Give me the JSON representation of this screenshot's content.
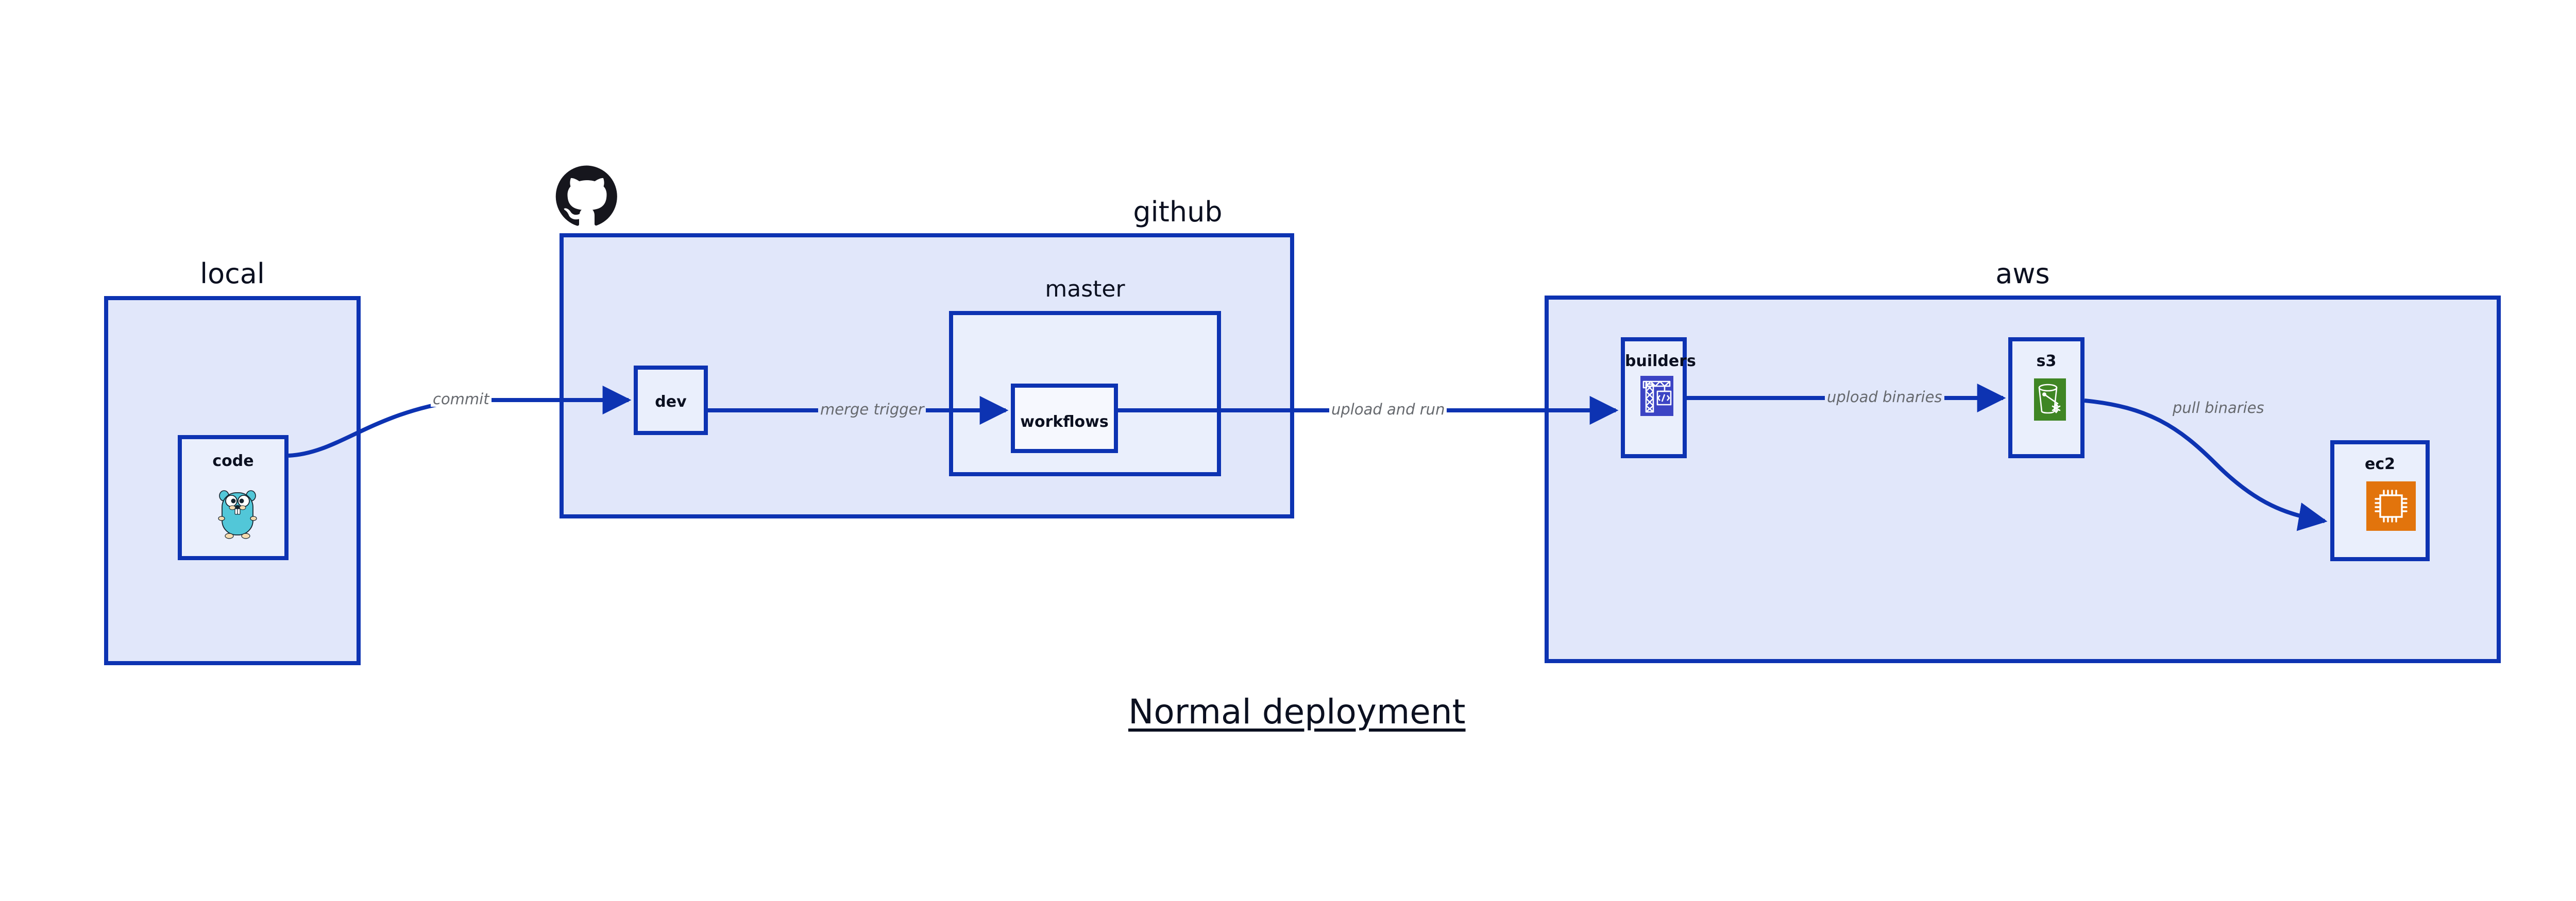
{
  "diagram": {
    "title": "Normal deployment",
    "background_color": "#ffffff",
    "accent_color": "#0d33b2",
    "group_fill_color": "#e1e7fa",
    "node_fill_color": "#eaeffc",
    "edge_label_color": "#66696e",
    "text_color": "#0b1020"
  },
  "groups": {
    "local": {
      "label": "local"
    },
    "github": {
      "label": "github",
      "logo_icon": "github-logo-icon"
    },
    "master": {
      "label": "master"
    },
    "aws": {
      "label": "aws"
    }
  },
  "nodes": {
    "code": {
      "label": "code",
      "icon": "golang-gopher-icon"
    },
    "dev": {
      "label": "dev",
      "icon": ""
    },
    "workflows": {
      "label": "workflows",
      "icon": ""
    },
    "builders": {
      "label": "builders",
      "icon": "aws-codebuild-crane-icon",
      "icon_color": "#3c44c4"
    },
    "s3": {
      "label": "s3",
      "icon": "aws-s3-bucket-icon",
      "icon_color": "#3f8624"
    },
    "ec2": {
      "label": "ec2",
      "icon": "aws-ec2-chip-icon",
      "icon_color": "#e2740c"
    }
  },
  "edges": [
    {
      "id": "commit",
      "label": "commit",
      "from": "code",
      "to": "dev"
    },
    {
      "id": "merge-trigger",
      "label": "merge trigger",
      "from": "dev",
      "to": "workflows"
    },
    {
      "id": "upload-and-run",
      "label": "upload and run",
      "from": "workflows",
      "to": "builders"
    },
    {
      "id": "upload-binaries",
      "label": "upload binaries",
      "from": "builders",
      "to": "s3"
    },
    {
      "id": "pull-binaries",
      "label": "pull binaries",
      "from": "s3",
      "to": "ec2"
    }
  ]
}
